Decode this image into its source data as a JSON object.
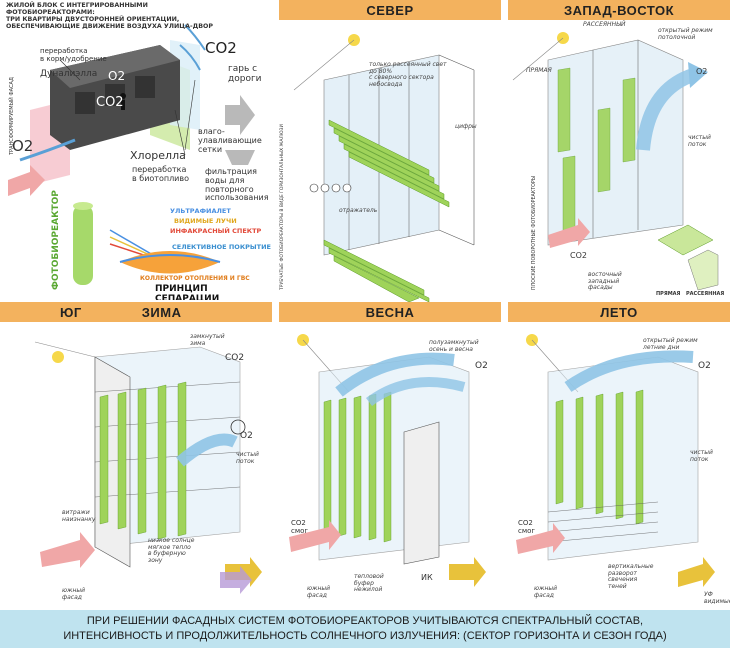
{
  "top_left": {
    "title": "ЖИЛОЙ БЛОК С ИНТЕГРИРОВАННЫМИ ФОТОБИОРЕАКТОРАМИ:\nТРИ КВАРТИРЫ ДВУСТОРОННЕЙ ОРИЕНТАЦИИ,\nОБЕСПЕЧИВАЮЩИЕ ДВИЖЕНИЕ ВОЗДУХА УЛИЦА-ДВОР",
    "side_label": "ТРАНСФОРМИРУЕМЫЙ ФАСАД",
    "co2_top": "CO2",
    "soot": "гарь с\nдороги",
    "processing_feed": "переработка\nв корм/удобрение",
    "dunaliella": "Дуналиэлла",
    "o2_mid": "O2",
    "co2_mid": "CO2",
    "o2_left": "O2",
    "mesh": "влаго-\nулавливающие\nсетки",
    "filtration": "фильтрация\nводы для\nповторного\nиспользования",
    "chlorella": "Хлорелла",
    "processing_bio": "переработка\nв биотопливо",
    "pbr_label": "ФОТОБИОРЕАКТОР",
    "uv": "УЛЬТРАФИАЛЕТ",
    "visible": "ВИДИМЫЕ ЛУЧИ",
    "ir": "ИНФАКРАСНЫЙ СПЕКТР",
    "selective": "СЕЛЕКТИВНОЕ ПОКРЫТИЕ",
    "collector": "КОЛЛЕКТОР ОТОПЛЕНИЯ И ГВС",
    "principle": "ПРИНЦИП СЕПАРАЦИИ"
  },
  "panels": {
    "north": {
      "header": "СЕВЕР",
      "note1": "только рассеянный свет\nдо 80%\nс северного сектора\nнебосвода",
      "note2": "отражатель",
      "note3": "цифры",
      "side": "ТРУБЧАТЫЕ ФОТОБИОРЕАКТОРЫ В ВИДЕ ГОРИЗОНТАЛЬНЫХ ЖАЛЮЗИ"
    },
    "northeast": {
      "header": "ЗАПАД-ВОСТОК",
      "note_diffuse": "РАССЕЯННЫЙ",
      "note_direct": "ПРЯМАЯ",
      "note_open": "открытый режим\nпотолочной",
      "o2": "O2",
      "co2": "CO2",
      "note_clean": "чистый\nпоток",
      "note_facade": "восточный\nзападный\nфасады",
      "side": "ПЛОСКИЕ ПОВОРОТНЫЕ ФОТОБИОРЕАКТОРЫ",
      "legend_direct": "ПРЯМАЯ",
      "legend_diffuse": "РАССЕЯННАЯ"
    },
    "south": {
      "header": "ЮГ",
      "header2": "ЗИМА",
      "note_closed": "замкнутый\nзима",
      "co2": "CO2",
      "o2": "O2",
      "note_clean": "чистый\nпоток",
      "note_low_sun": "низкое солнце\nмягкое тепло\nв буферную\nзону",
      "note_vit": "витражи\nнаизнанку",
      "note_fac": "южный\nфасад"
    },
    "spring": {
      "header": "ВЕСНА",
      "note_semi": "полузамкнутый\nосень и весна",
      "o2": "O2",
      "co2": "CO2\nсмог",
      "note_buf": "тепловой\nбуфер\nнежилой",
      "note_fac": "южный\nфасад",
      "ik": "ИК"
    },
    "summer": {
      "header": "ЛЕТО",
      "note_open": "открытый режим\nлетние дни",
      "o2": "O2",
      "co2": "CO2\nсмог",
      "note_clean": "чистый\nпоток",
      "note_shade": "вертикальные\nразворот\nсвечения\nтеней",
      "note_fac": "южный\nфасад",
      "note_uv": "УФ\nвидимые"
    }
  },
  "footer": {
    "line1": "ПРИ РЕШЕНИИ ФАСАДНЫХ СИСТЕМ ФОТОБИОРЕАКТОРОВ  УЧИТЫВАЮТСЯ СПЕКТРАЛЬНЫЙ  СОСТАВ,",
    "line2": "ИНТЕНСИВНОСТЬ И ПРОДОЛЖИТЕЛЬНОСТЬ СОЛНЕЧНОГО ИЗЛУЧЕНИЯ: (СЕКТОР ГОРИЗОНТА И СЕЗОН ГОДА)"
  },
  "colors": {
    "header_bg": "#f3b25e",
    "footer_bg": "#bfe3ef",
    "algae_green": "#9fd35a",
    "air_blue": "#8fc4e6",
    "arrow_pink": "#f0a7a7"
  }
}
